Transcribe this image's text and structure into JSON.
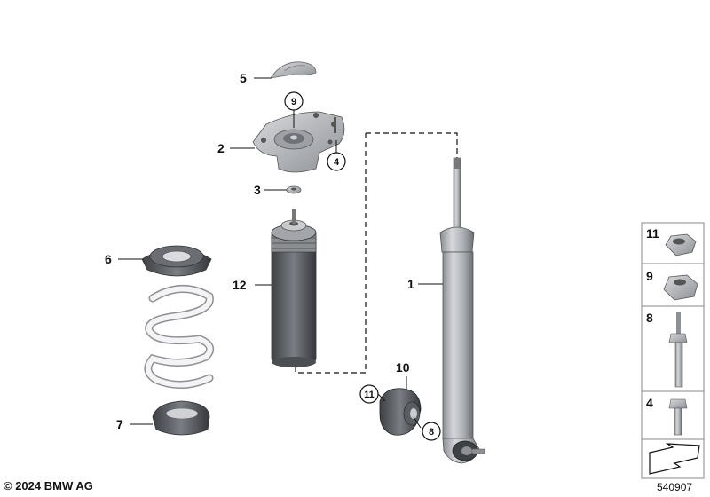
{
  "labels": {
    "p1": "1",
    "p2": "2",
    "p3": "3",
    "p4": "4",
    "p5": "5",
    "p6": "6",
    "p7": "7",
    "p8": "8",
    "p9": "9",
    "p10": "10",
    "p11": "11",
    "p12": "12"
  },
  "side_panel": [
    "11",
    "9",
    "8",
    "4"
  ],
  "footer": {
    "copyright": "© 2024 BMW AG",
    "diagram_id": "540907"
  },
  "colors": {
    "part_grey": "#b9bcc1",
    "part_dark": "#55595e",
    "spring": "#f2f2f2",
    "line": "#111111"
  }
}
